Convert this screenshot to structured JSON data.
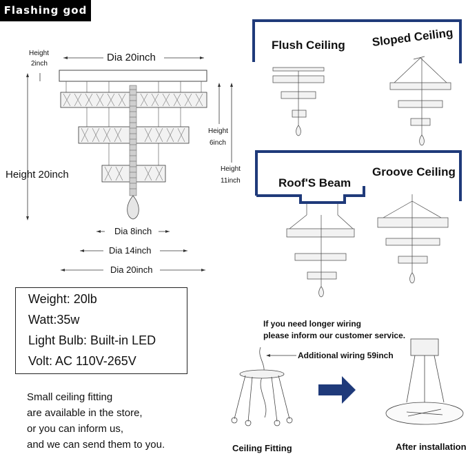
{
  "brand": "Flashing god",
  "dimensions": {
    "dia_top": "Dia 20inch",
    "height_canopy_1": "Height",
    "height_canopy_2": "2inch",
    "height_total": "Height 20inch",
    "height_6_1": "Height",
    "height_6_2": "6inch",
    "height_11_1": "Height",
    "height_11_2": "11inch",
    "dia_8": "Dia 8inch",
    "dia_14": "Dia 14inch",
    "dia_20": "Dia 20inch"
  },
  "specs": {
    "weight": "Weight: 20lb",
    "watt": "Watt:35w",
    "bulb": "Light Bulb: Built-in LED",
    "volt": "Volt: AC 110V-265V"
  },
  "note": {
    "line1": "Small ceiling fitting",
    "line2": "are available in the store,",
    "line3": "or you can inform us,",
    "line4": "and we can send them to you."
  },
  "ceilings": {
    "flush": "Flush Ceiling",
    "sloped": "Sloped Ceiling",
    "beam": "Roof'S Beam",
    "groove": "Groove Ceiling"
  },
  "wiring": {
    "line1": "If you need longer wiring",
    "line2": "please inform our customer service.",
    "additional": "Additional wiring 59inch",
    "ceiling_fitting": "Ceiling Fitting",
    "after_install": "After installation"
  },
  "colors": {
    "accent_blue": "#1f3a7a",
    "line": "#333333"
  }
}
